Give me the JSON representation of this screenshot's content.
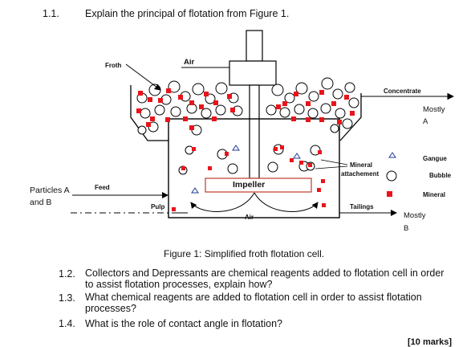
{
  "q1": {
    "num": "1.1.",
    "text": "Explain the principal of flotation from Figure 1."
  },
  "diagram": {
    "froth": "Froth",
    "air_top": "Air",
    "concentrate": "Concentrate",
    "mostly_a_1": "Mostly",
    "mostly_a_2": "A",
    "mineral_attach_1": "Mineral",
    "mineral_attach_2": "attachement",
    "impeller": "Impeller",
    "particles_1": "Particles A",
    "particles_2": "and B",
    "feed": "Feed",
    "pulp": "Pulp",
    "air_bottom": "Air",
    "tailings": "Tailings",
    "mostly_b_1": "Mostly",
    "mostly_b_2": "B",
    "legend": {
      "gangue": "Gangue",
      "bubble": "Bubble",
      "mineral": "Mineral"
    },
    "colors": {
      "mineral": "#e8141b",
      "line": "#000000",
      "impeller_border": "#c0392b"
    }
  },
  "caption": "Figure 1:  Simplified froth flotation cell.",
  "q2": {
    "num": "1.2.",
    "text": "Collectors and Depressants are chemical reagents added to flotation cell in order to assist flotation processes, explain how?"
  },
  "q3": {
    "num": "1.3.",
    "text": "What chemical reagents are added to flotation cell in order to assist flotation processes?"
  },
  "q4": {
    "num": "1.4.",
    "text": "What is the role of contact angle in flotation?"
  },
  "marks": "[10 marks]"
}
